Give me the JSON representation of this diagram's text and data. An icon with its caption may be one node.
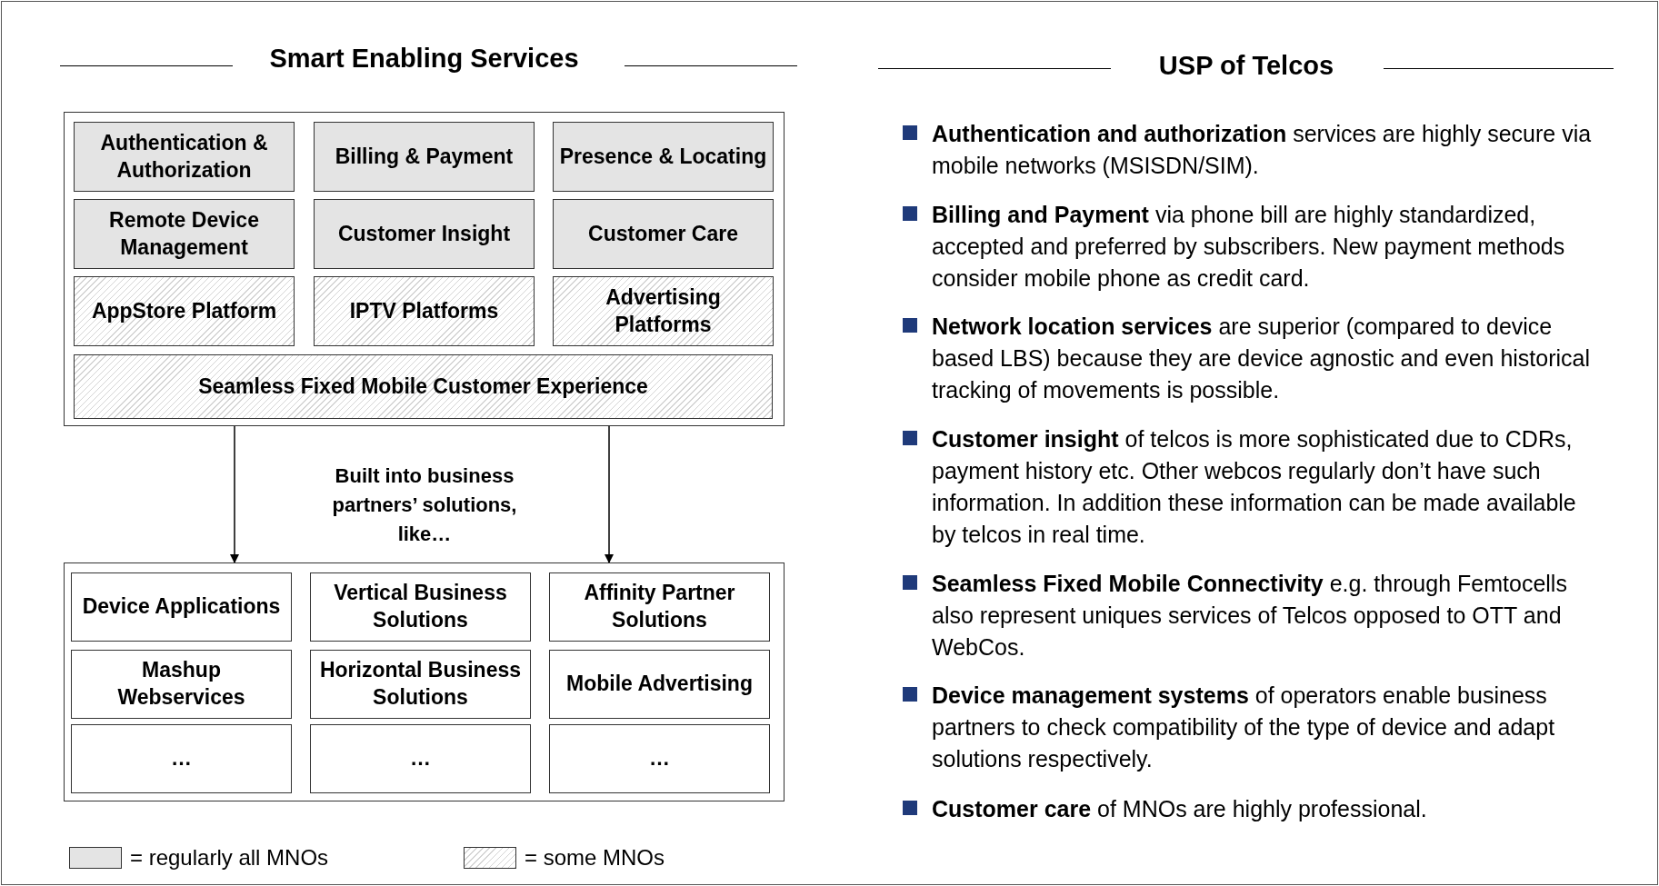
{
  "diagram": {
    "nodes": [
      {
        "text": [
          "Smart Enabling Services"
        ]
      },
      {
        "text": [
          "Authentication & Authorization"
        ],
        "in": 0
      },
      {
        "text": [
          "Billing & Payment"
        ],
        "in": 0
      },
      {
        "text": [
          "Presence & Locating"
        ],
        "in": 0
      },
      {
        "text": [
          "Remote Device Management"
        ],
        "in": 0
      },
      {
        "text": [
          "Customer Insight"
        ],
        "in": 0
      },
      {
        "text": [
          "Customer Care"
        ],
        "in": 0
      },
      {
        "text": [
          "AppStore Platform"
        ],
        "in": 0
      },
      {
        "text": [
          "IPTV Platforms"
        ],
        "in": 0
      },
      {
        "text": [
          "Advertising Platforms"
        ],
        "in": 0
      },
      {
        "text": [
          "Seamless Fixed Mobile Customer Experience"
        ],
        "in": 0
      },
      {
        "text": [],
        "shape": "box"
      },
      {
        "text": [
          "Device Applications"
        ],
        "in": 11
      },
      {
        "text": [
          "Vertical Business Solutions"
        ],
        "in": 11
      },
      {
        "text": [
          "Affinity Partner Solutions"
        ],
        "in": 11
      },
      {
        "text": [
          "Mashup Webservices"
        ],
        "in": 11
      },
      {
        "text": [
          "Horizontal Business Solutions"
        ],
        "in": 11
      },
      {
        "text": [
          "Mobile Advertising"
        ],
        "in": 11
      },
      {
        "text": [
          "…"
        ],
        "in": 11
      },
      {
        "text": [
          "…"
        ],
        "in": 11
      },
      {
        "text": [
          "…"
        ],
        "in": 11
      }
    ],
    "edges": [
      {
        "from": 0,
        "to": 11,
        "arrow": "to"
      },
      {
        "from": 0,
        "to": 11,
        "arrow": "to"
      }
    ],
    "labels": [
      "Built into business partners’ solutions, like…",
      "USP of Telcos",
      "**Authentication and authorization** services are highly secure via mobile networks (MSISDN/SIM).",
      "**Billing and Payment** via phone bill are highly standardized, accepted and preferred by subscribers. New payment methods consider mobile phone as credit card.",
      "**Network location services** are superior (compared to device based LBS) because they are device agnostic and even historical tracking of movements is possible.",
      "**Customer insight** of telcos is more sophisticated due to CDRs, payment history etc. Other webcos regularly don’t have such information. In addition these information can be made available by telcos in real time.",
      "**Seamless Fixed Mobile Connectivity** e.g. through Femtocells also represent uniques services of Telcos opposed to OTT and WebCos.",
      "**Device management systems** of operators enable business partners to check compatibility of the type of device and adapt solutions respectively.",
      "**Customer care** of MNOs are highly professional."
    ],
    "legend": [
      {
        "text": "= regularly all MNOs",
        "color": "#e4e4e4"
      },
      {
        "text": "= some MNOs"
      }
    ]
  }
}
